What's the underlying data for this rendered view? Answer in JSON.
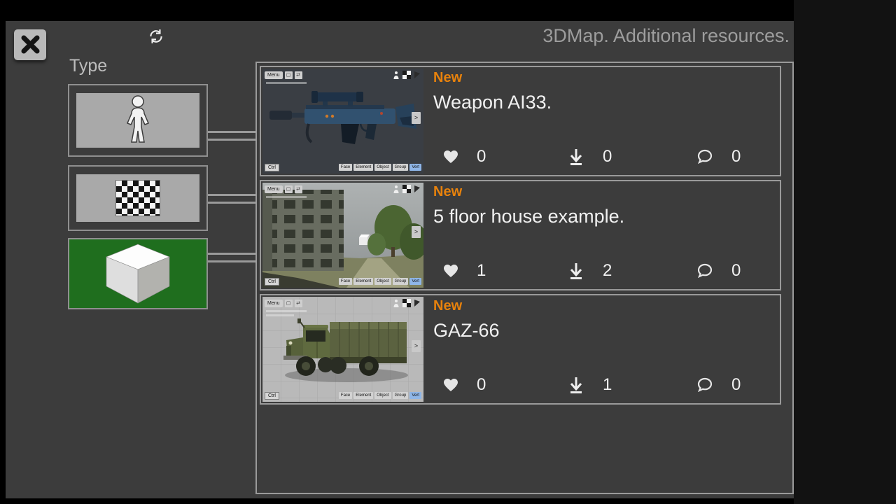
{
  "colors": {
    "badge": "#e8820c",
    "selected": "#1f6e1e"
  },
  "title_bar": {
    "title": "3DMap. Additional resources."
  },
  "sidebar": {
    "label": "Type",
    "types": [
      {
        "name": "character",
        "selected": false
      },
      {
        "name": "texture",
        "selected": false
      },
      {
        "name": "model-object",
        "selected": true
      }
    ]
  },
  "editor_chrome": {
    "menu": "Menu",
    "ctrl": "Ctrl",
    "arrow": ">",
    "tools": [
      "Face",
      "Element",
      "Object",
      "Group",
      "Vert"
    ]
  },
  "items": [
    {
      "badge": "New",
      "title": "Weapon AI33.",
      "likes": "0",
      "downloads": "0",
      "comments": "0"
    },
    {
      "badge": "New",
      "title": "5 floor house example.",
      "likes": "1",
      "downloads": "2",
      "comments": "0"
    },
    {
      "badge": "New",
      "title": "GAZ-66",
      "likes": "0",
      "downloads": "1",
      "comments": "0"
    }
  ]
}
